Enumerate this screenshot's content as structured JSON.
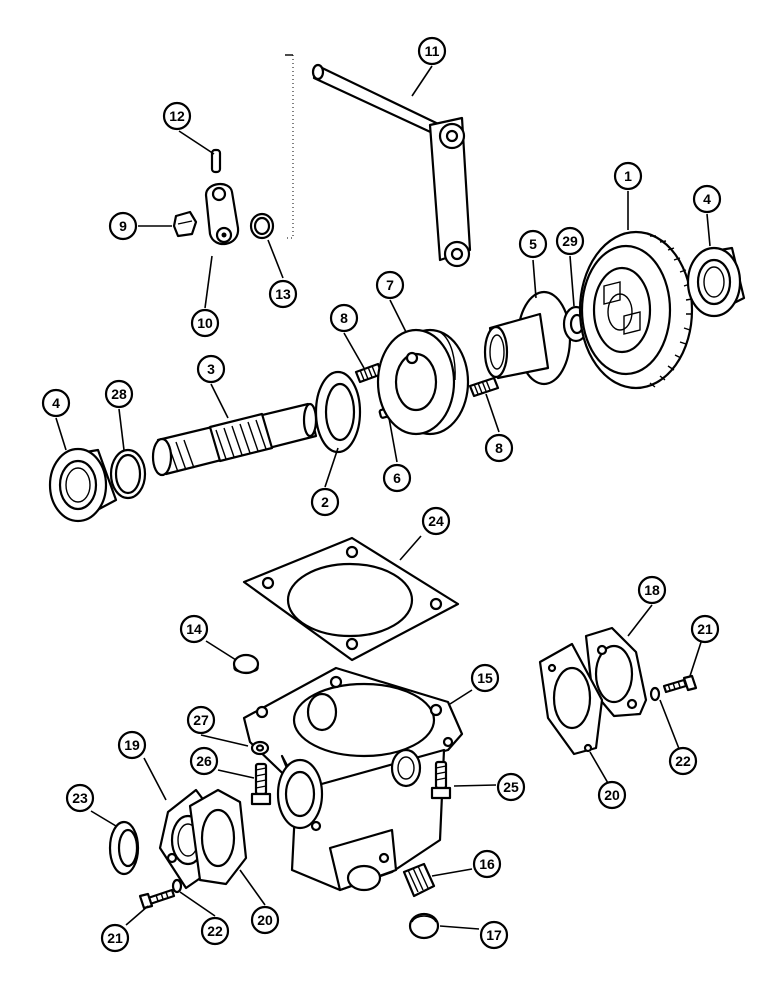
{
  "diagram": {
    "callouts": [
      {
        "id": "c1",
        "label": "1"
      },
      {
        "id": "c2",
        "label": "2"
      },
      {
        "id": "c3",
        "label": "3"
      },
      {
        "id": "c4a",
        "label": "4"
      },
      {
        "id": "c4b",
        "label": "4"
      },
      {
        "id": "c5",
        "label": "5"
      },
      {
        "id": "c6",
        "label": "6"
      },
      {
        "id": "c7",
        "label": "7"
      },
      {
        "id": "c8a",
        "label": "8"
      },
      {
        "id": "c8b",
        "label": "8"
      },
      {
        "id": "c9",
        "label": "9"
      },
      {
        "id": "c10",
        "label": "10"
      },
      {
        "id": "c11",
        "label": "11"
      },
      {
        "id": "c12",
        "label": "12"
      },
      {
        "id": "c13",
        "label": "13"
      },
      {
        "id": "c14",
        "label": "14"
      },
      {
        "id": "c15",
        "label": "15"
      },
      {
        "id": "c16",
        "label": "16"
      },
      {
        "id": "c17",
        "label": "17"
      },
      {
        "id": "c18",
        "label": "18"
      },
      {
        "id": "c19",
        "label": "19"
      },
      {
        "id": "c20a",
        "label": "20"
      },
      {
        "id": "c20b",
        "label": "20"
      },
      {
        "id": "c21a",
        "label": "21"
      },
      {
        "id": "c21b",
        "label": "21"
      },
      {
        "id": "c22a",
        "label": "22"
      },
      {
        "id": "c22b",
        "label": "22"
      },
      {
        "id": "c23",
        "label": "23"
      },
      {
        "id": "c24",
        "label": "24"
      },
      {
        "id": "c25",
        "label": "25"
      },
      {
        "id": "c26",
        "label": "26"
      },
      {
        "id": "c27",
        "label": "27"
      },
      {
        "id": "c28",
        "label": "28"
      },
      {
        "id": "c29",
        "label": "29"
      }
    ]
  }
}
